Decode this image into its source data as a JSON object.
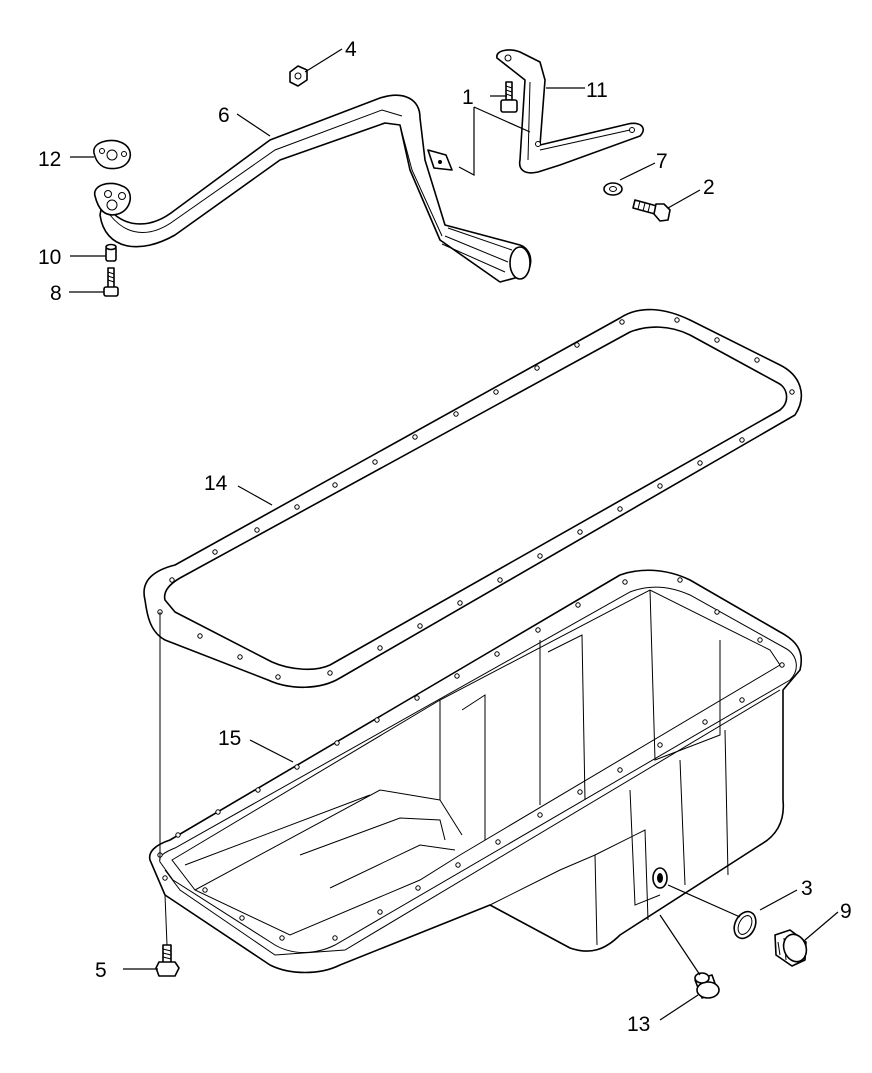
{
  "callouts": [
    {
      "id": "p1",
      "number": "1"
    },
    {
      "id": "p2",
      "number": "2"
    },
    {
      "id": "p3",
      "number": "3"
    },
    {
      "id": "p4",
      "number": "4"
    },
    {
      "id": "p5",
      "number": "5"
    },
    {
      "id": "p6",
      "number": "6"
    },
    {
      "id": "p7",
      "number": "7"
    },
    {
      "id": "p8",
      "number": "8"
    },
    {
      "id": "p9",
      "number": "9"
    },
    {
      "id": "p10",
      "number": "10"
    },
    {
      "id": "p11",
      "number": "11"
    },
    {
      "id": "p12",
      "number": "12"
    },
    {
      "id": "p13",
      "number": "13"
    },
    {
      "id": "p14",
      "number": "14"
    },
    {
      "id": "p15",
      "number": "15"
    }
  ],
  "colors": {
    "ink": "#000000",
    "paper": "#ffffff"
  }
}
